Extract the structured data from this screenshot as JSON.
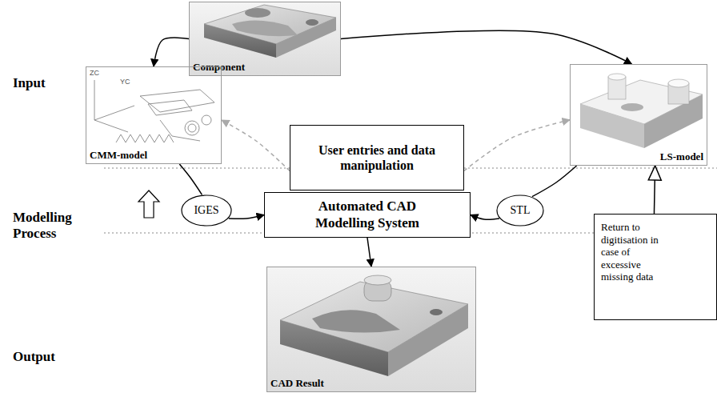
{
  "diagram": {
    "nodes": [
      {
        "text": [
          "Component"
        ]
      },
      {
        "text": [
          "CMM-model"
        ]
      },
      {
        "text": [
          "User entries and data manipulation"
        ]
      },
      {
        "text": [
          "LS-model"
        ]
      },
      {
        "text": [
          "IGES"
        ]
      },
      {
        "text": [
          "Automated CAD Modelling System"
        ]
      },
      {
        "text": [
          "STL"
        ]
      },
      {
        "text": [
          "Return to digitisation in case of excessive missing data"
        ]
      },
      {
        "text": [
          "CAD Result"
        ]
      }
    ],
    "edges": [
      {
        "from": 0,
        "to": 1,
        "arrow": "to"
      },
      {
        "from": 0,
        "to": 3,
        "arrow": "to"
      },
      {
        "from": 2,
        "to": 1,
        "arrow": "to"
      },
      {
        "from": 2,
        "to": 3,
        "arrow": "to"
      },
      {
        "from": 1,
        "to": 4,
        "arrow": "none"
      },
      {
        "from": 4,
        "to": 5,
        "arrow": "to"
      },
      {
        "from": 3,
        "to": 6,
        "arrow": "none"
      },
      {
        "from": 6,
        "to": 5,
        "arrow": "to"
      },
      {
        "from": 5,
        "to": 8,
        "arrow": "to"
      },
      {
        "from": 7,
        "to": 3,
        "arrow": "to"
      }
    ],
    "labels": [
      "Input",
      "Modelling Process",
      "Output",
      "ZC",
      "YC"
    ]
  }
}
